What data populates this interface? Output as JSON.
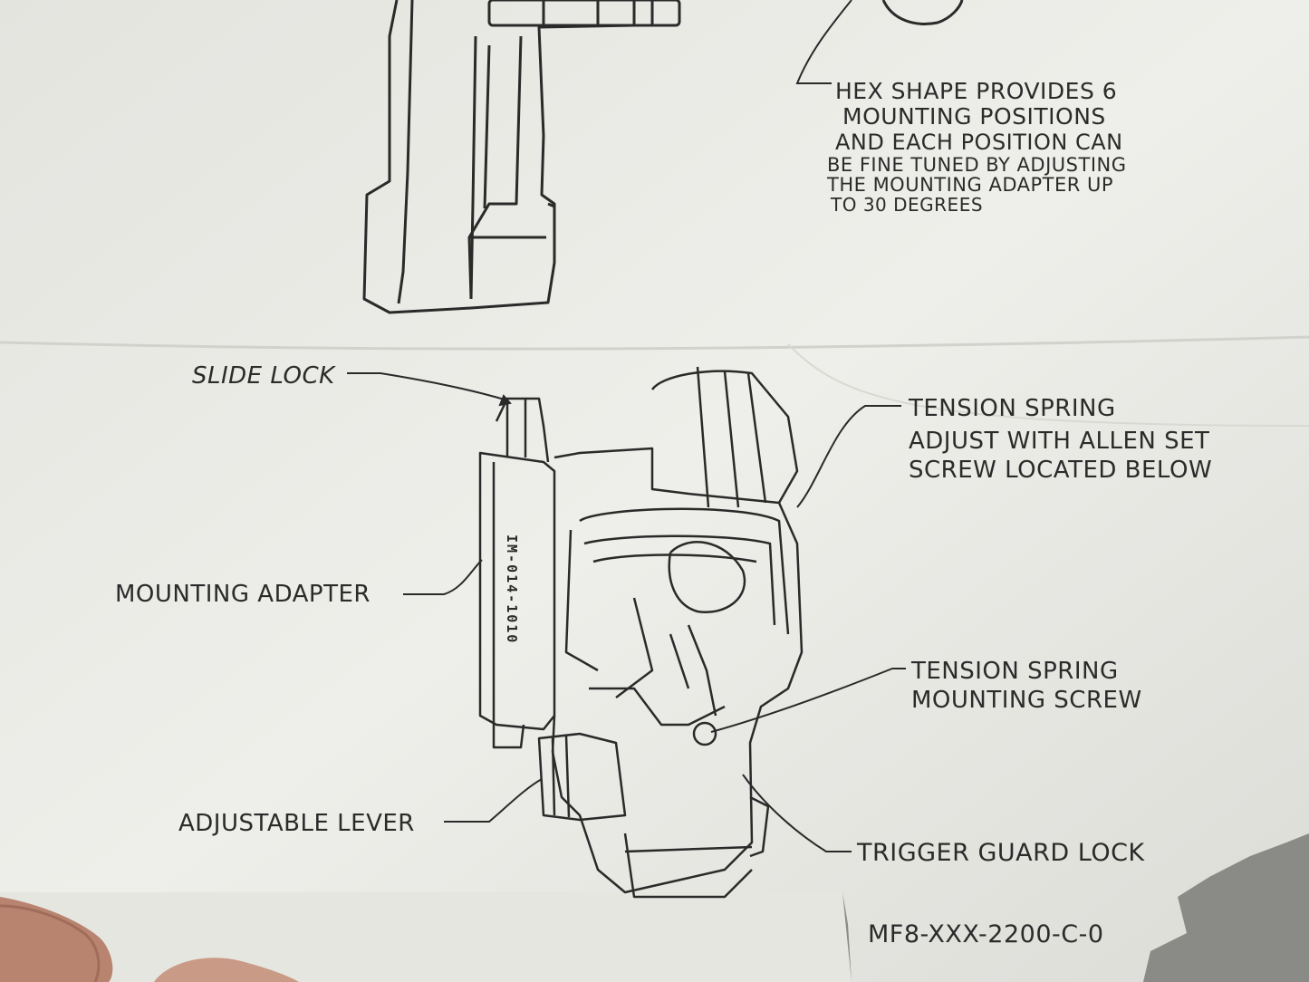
{
  "hex_note": [
    "HEX SHAPE PROVIDES 6",
    "MOUNTING POSITIONS",
    "AND EACH POSITION CAN",
    "BE FINE TUNED BY ADJUSTING",
    "THE MOUNTING ADAPTER UP",
    "TO 30 DEGREES"
  ],
  "labels": {
    "slide_lock": "SLIDE LOCK",
    "tension_spring": [
      "TENSION SPRING",
      "ADJUST WITH ALLEN SET",
      "SCREW LOCATED BELOW"
    ],
    "mounting_adapter": "MOUNTING ADAPTER",
    "tension_spring_mounting_screw": [
      "TENSION SPRING",
      "MOUNTING SCREW"
    ],
    "adjustable_lever": "ADJUSTABLE LEVER",
    "trigger_guard_lock": "TRIGGER GUARD LOCK",
    "part_number": "MF8-XXX-2200-C-0"
  },
  "part_marking": "IM-014-1010",
  "colors": {
    "paper": "#e9e9e5",
    "ink": "#2b2b2b",
    "background": "#8a8a86",
    "skin": "#c99a86"
  }
}
